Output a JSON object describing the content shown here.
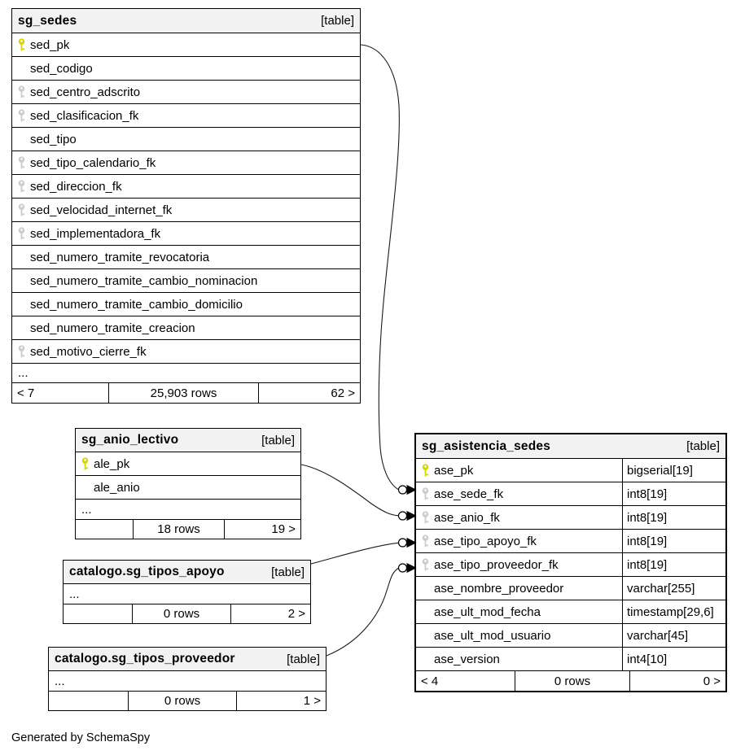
{
  "colors": {
    "pk_key": "#d6d600",
    "fk_key": "#cccccc",
    "header_bg": "#f2f2f2"
  },
  "footer_note": "Generated by SchemaSpy",
  "tables": [
    {
      "title": "sg_sedes",
      "badge": "[table]",
      "ellipsis": "...",
      "columns": [
        {
          "name": "sed_pk",
          "key": "pk"
        },
        {
          "name": "sed_codigo",
          "key": ""
        },
        {
          "name": "sed_centro_adscrito",
          "key": "fk"
        },
        {
          "name": "sed_clasificacion_fk",
          "key": "fk"
        },
        {
          "name": "sed_tipo",
          "key": ""
        },
        {
          "name": "sed_tipo_calendario_fk",
          "key": "fk"
        },
        {
          "name": "sed_direccion_fk",
          "key": "fk"
        },
        {
          "name": "sed_velocidad_internet_fk",
          "key": "fk"
        },
        {
          "name": "sed_implementadora_fk",
          "key": "fk"
        },
        {
          "name": "sed_numero_tramite_revocatoria",
          "key": ""
        },
        {
          "name": "sed_numero_tramite_cambio_nominacion",
          "key": ""
        },
        {
          "name": "sed_numero_tramite_cambio_domicilio",
          "key": ""
        },
        {
          "name": "sed_numero_tramite_creacion",
          "key": ""
        },
        {
          "name": "sed_motivo_cierre_fk",
          "key": "fk"
        }
      ],
      "footer": {
        "left": "< 7",
        "center": "25,903 rows",
        "right": "62 >"
      }
    },
    {
      "title": "sg_anio_lectivo",
      "badge": "[table]",
      "ellipsis": "...",
      "columns": [
        {
          "name": "ale_pk",
          "key": "pk"
        },
        {
          "name": "ale_anio",
          "key": ""
        }
      ],
      "footer": {
        "left": "",
        "center": "18 rows",
        "right": "19 >"
      }
    },
    {
      "title": "catalogo.sg_tipos_apoyo",
      "badge": "[table]",
      "ellipsis": "...",
      "columns": [],
      "footer": {
        "left": "",
        "center": "0 rows",
        "right": "2 >"
      }
    },
    {
      "title": "catalogo.sg_tipos_proveedor",
      "badge": "[table]",
      "ellipsis": "...",
      "columns": [],
      "footer": {
        "left": "",
        "center": "0 rows",
        "right": "1 >"
      }
    },
    {
      "title": "sg_asistencia_sedes",
      "badge": "[table]",
      "columns": [
        {
          "name": "ase_pk",
          "key": "pk",
          "type": "bigserial[19]"
        },
        {
          "name": "ase_sede_fk",
          "key": "fk",
          "type": "int8[19]"
        },
        {
          "name": "ase_anio_fk",
          "key": "fk",
          "type": "int8[19]"
        },
        {
          "name": "ase_tipo_apoyo_fk",
          "key": "fk",
          "type": "int8[19]"
        },
        {
          "name": "ase_tipo_proveedor_fk",
          "key": "fk",
          "type": "int8[19]"
        },
        {
          "name": "ase_nombre_proveedor",
          "key": "",
          "type": "varchar[255]"
        },
        {
          "name": "ase_ult_mod_fecha",
          "key": "",
          "type": "timestamp[29,6]"
        },
        {
          "name": "ase_ult_mod_usuario",
          "key": "",
          "type": "varchar[45]"
        },
        {
          "name": "ase_version",
          "key": "",
          "type": "int4[10]"
        }
      ],
      "footer": {
        "left": "< 4",
        "center": "0 rows",
        "right": "0 >"
      }
    }
  ]
}
